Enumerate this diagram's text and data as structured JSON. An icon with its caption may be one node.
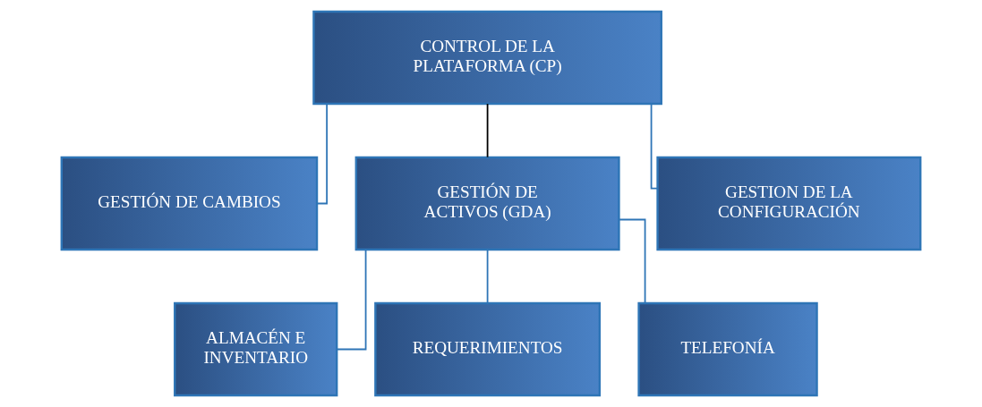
{
  "diagram": {
    "nodes": [
      {
        "text": [
          "CONTROL DE LA PLATAFORMA (CP)"
        ]
      },
      {
        "text": [
          "GESTIÓN DE CAMBIOS"
        ]
      },
      {
        "text": [
          "GESTIÓN DE ACTIVOS (GDA)"
        ]
      },
      {
        "text": [
          "GESTION DE LA CONFIGURACIÓN"
        ]
      },
      {
        "text": [
          "ALMACÉN E INVENTARIO"
        ]
      },
      {
        "text": [
          "REQUERIMIENTOS"
        ]
      },
      {
        "text": [
          "TELEFONÍA"
        ]
      }
    ],
    "edges": [
      {
        "from": 0,
        "to": 1,
        "arrow": "none"
      },
      {
        "from": 0,
        "to": 2,
        "arrow": "none",
        "color": "#000000"
      },
      {
        "from": 0,
        "to": 3,
        "arrow": "none"
      },
      {
        "from": 2,
        "to": 4,
        "arrow": "none"
      },
      {
        "from": 2,
        "to": 5,
        "arrow": "none"
      },
      {
        "from": 2,
        "to": 6,
        "arrow": "none"
      }
    ]
  }
}
